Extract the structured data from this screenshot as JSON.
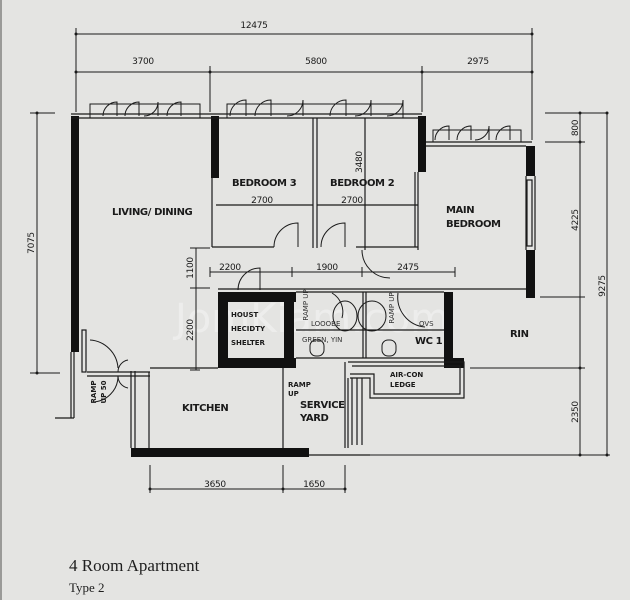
{
  "plan": {
    "title": "4 Room Apartment",
    "subtitle": "Type 2",
    "watermark": "JomKiam.com",
    "colors": {
      "background": "#e4e4e2",
      "wall": "#111111",
      "line": "#1a1a1a"
    }
  },
  "dimensions": {
    "top_overall": "12475",
    "top_segments": [
      "3700",
      "5800",
      "2975"
    ],
    "left_overall": "7075",
    "left_upper": "1100",
    "left_lower": "2200",
    "right_top": "800",
    "right_middle": "4225",
    "right_lower": "2350",
    "right_overall": "9275",
    "bottom_segments": [
      "3650",
      "1650"
    ],
    "bedroom3_width": "2700",
    "bedroom2_width": "2700",
    "bedroom2_depth": "3480",
    "corridor_segments": [
      "2200",
      "1900",
      "2475"
    ]
  },
  "rooms": {
    "living_dining": "LIVING/ DINING",
    "bedroom3": "BEDROOM 3",
    "bedroom2": "BEDROOM 2",
    "main_bedroom_line1": "MAIN",
    "main_bedroom_line2": "BEDROOM",
    "shelter_line1": "HOUST",
    "shelter_line2": "HECIDTY",
    "shelter_line3": "SHELTER",
    "bath2_ramp": "RAMP UP",
    "bath2_label_a": "LOOOBE",
    "bath2_label_b": "GREEN, YIN",
    "bath1_ramp": "RAMP UP",
    "bath1_label_a": "OVS",
    "bath1_label_b": "WC 1",
    "rin": "RIN",
    "aircon_line1": "AIR-CON",
    "aircon_line2": "LEDGE",
    "kitchen": "KITCHEN",
    "service_yard_line1": "SERVICE",
    "service_yard_line2": "YARD",
    "ramp_sy_line1": "RAMP",
    "ramp_sy_line2": "UP",
    "entrance_ramp_line1": "RAMP",
    "entrance_ramp_line2": "UP 50"
  }
}
